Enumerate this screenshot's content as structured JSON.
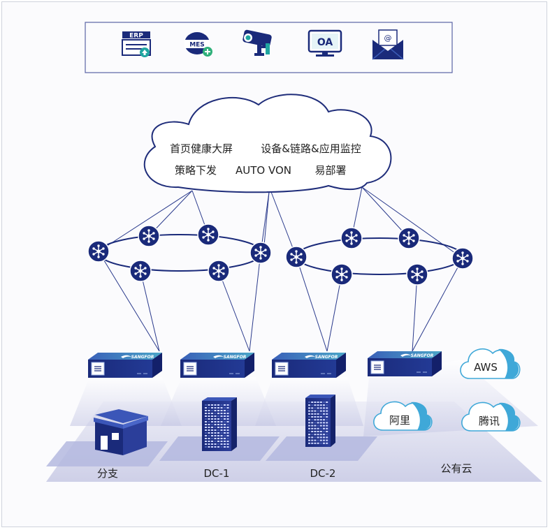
{
  "app_bar": {
    "items": [
      {
        "name": "erp-app-icon",
        "text": "ERP"
      },
      {
        "name": "mes-app-icon",
        "text": "MES"
      },
      {
        "name": "camera-app-icon",
        "text": ""
      },
      {
        "name": "oa-app-icon",
        "text": "OA"
      },
      {
        "name": "email-app-icon",
        "text": "@"
      }
    ]
  },
  "cloud": {
    "line1_left": "首页健康大屏",
    "line1_right": "设备&链路&应用监控",
    "line2_left": "策略下发",
    "line2_mid": "AUTO VON",
    "line2_right": "易部署"
  },
  "device_brand": "SANGFOR",
  "sites": {
    "branch": "分支",
    "dc1": "DC-1",
    "dc2": "DC-2",
    "public_cloud": "公有云"
  },
  "public_clouds": {
    "aws": "AWS",
    "aliyun": "阿里",
    "tencent": "腾讯"
  },
  "colors": {
    "navy": "#1a2a7a",
    "line": "#2a3a8c",
    "floor": "#b9bde0",
    "cloud_stroke": "#1f2d7a",
    "public_cloud_accent": "#3fa8d8"
  }
}
